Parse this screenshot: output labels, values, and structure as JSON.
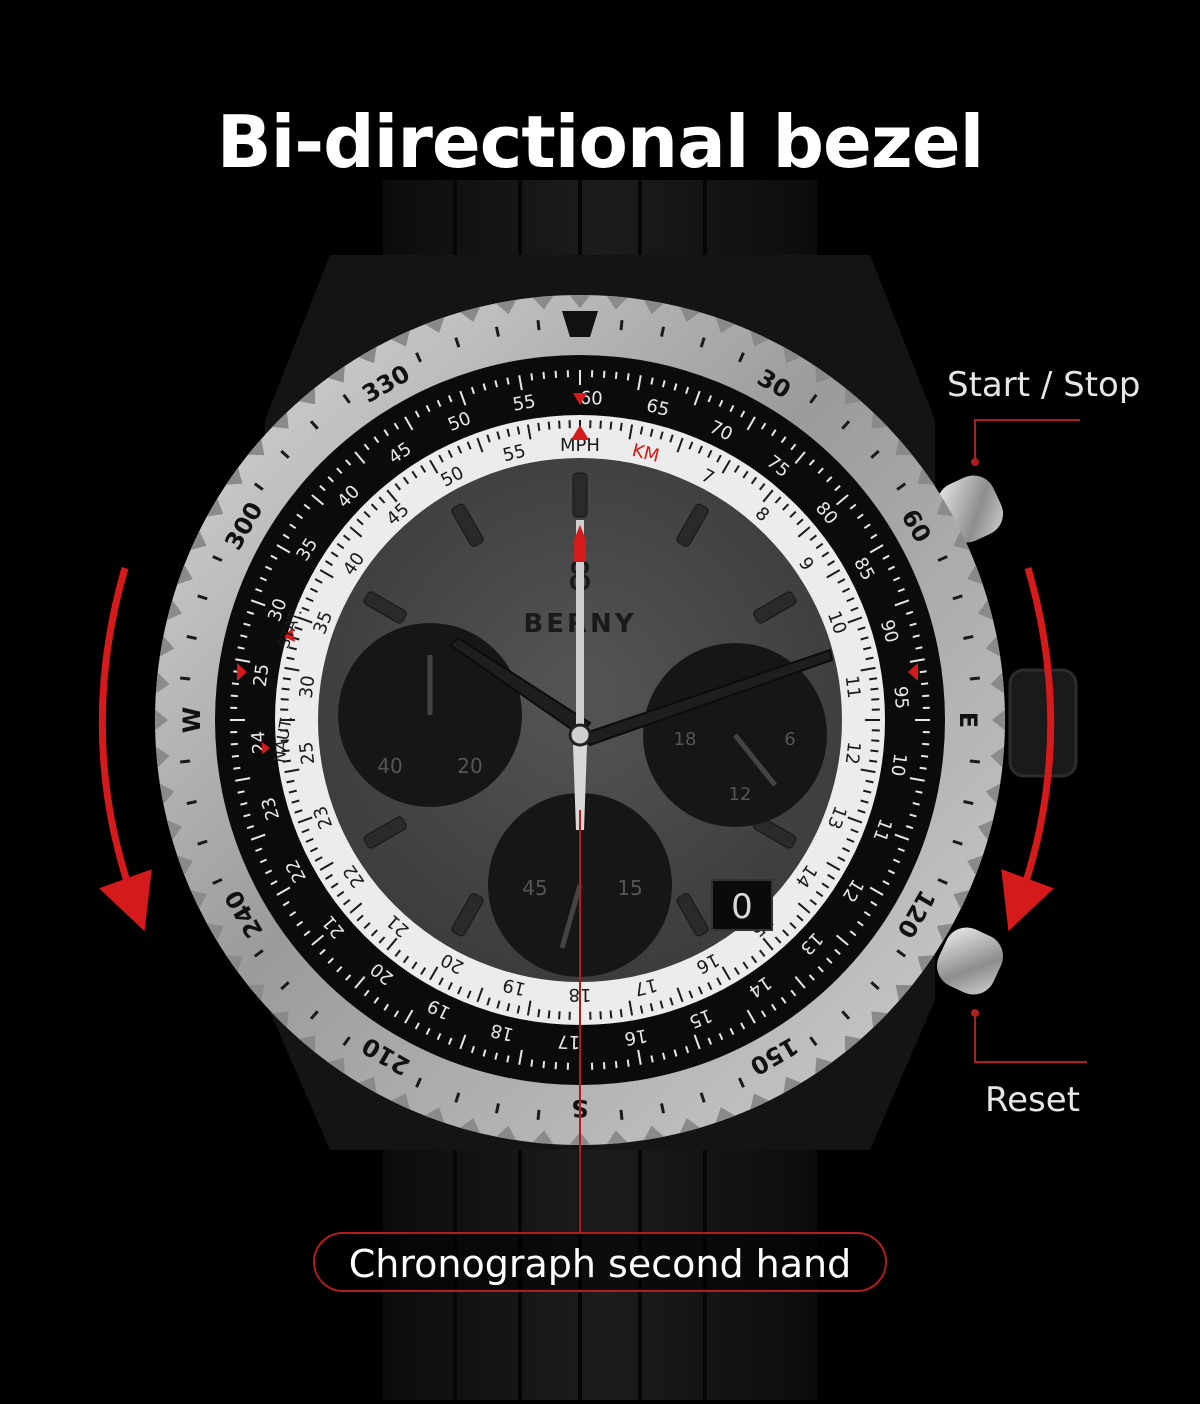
{
  "title": "Bi-directional bezel",
  "callouts": {
    "start_stop": "Start / Stop",
    "reset": "Reset",
    "chrono_hand": "Chronograph second hand"
  },
  "brand": {
    "name": "BERNY"
  },
  "bezel": {
    "labels": [
      "30",
      "60",
      "E",
      "120",
      "150",
      "S",
      "210",
      "240",
      "W",
      "300",
      "330"
    ]
  },
  "rule_outer": [
    "55",
    "60",
    "65",
    "70",
    "75",
    "80",
    "85",
    "90",
    "95",
    "10",
    "11",
    "12",
    "13",
    "14",
    "15",
    "16",
    "17",
    "18",
    "19",
    "20",
    "21",
    "22",
    "23",
    "24",
    "25",
    "30",
    "35",
    "40",
    "45",
    "50"
  ],
  "rule_inner": [
    "MPH",
    "KM",
    "7",
    "8",
    "9",
    "10",
    "11",
    "12",
    "13",
    "14",
    "15",
    "16",
    "17",
    "18",
    "19",
    "20",
    "21",
    "22",
    "23",
    "25",
    "30",
    "35",
    "40",
    "45",
    "50",
    "55"
  ],
  "scale_marks": {
    "naut": "NAUT.",
    "stat": "STAT."
  },
  "subdials": {
    "left": [
      "40",
      "20"
    ],
    "right": [
      "18",
      "6",
      "12"
    ],
    "bottom": [
      "45",
      "15"
    ]
  },
  "date": "0",
  "colors": {
    "accent_red": "#d41a1a",
    "callout_red": "#b11c1c",
    "bezel_steel": "#b7b7b7",
    "dial": "#4a4a4a",
    "subdial": "#161616"
  }
}
